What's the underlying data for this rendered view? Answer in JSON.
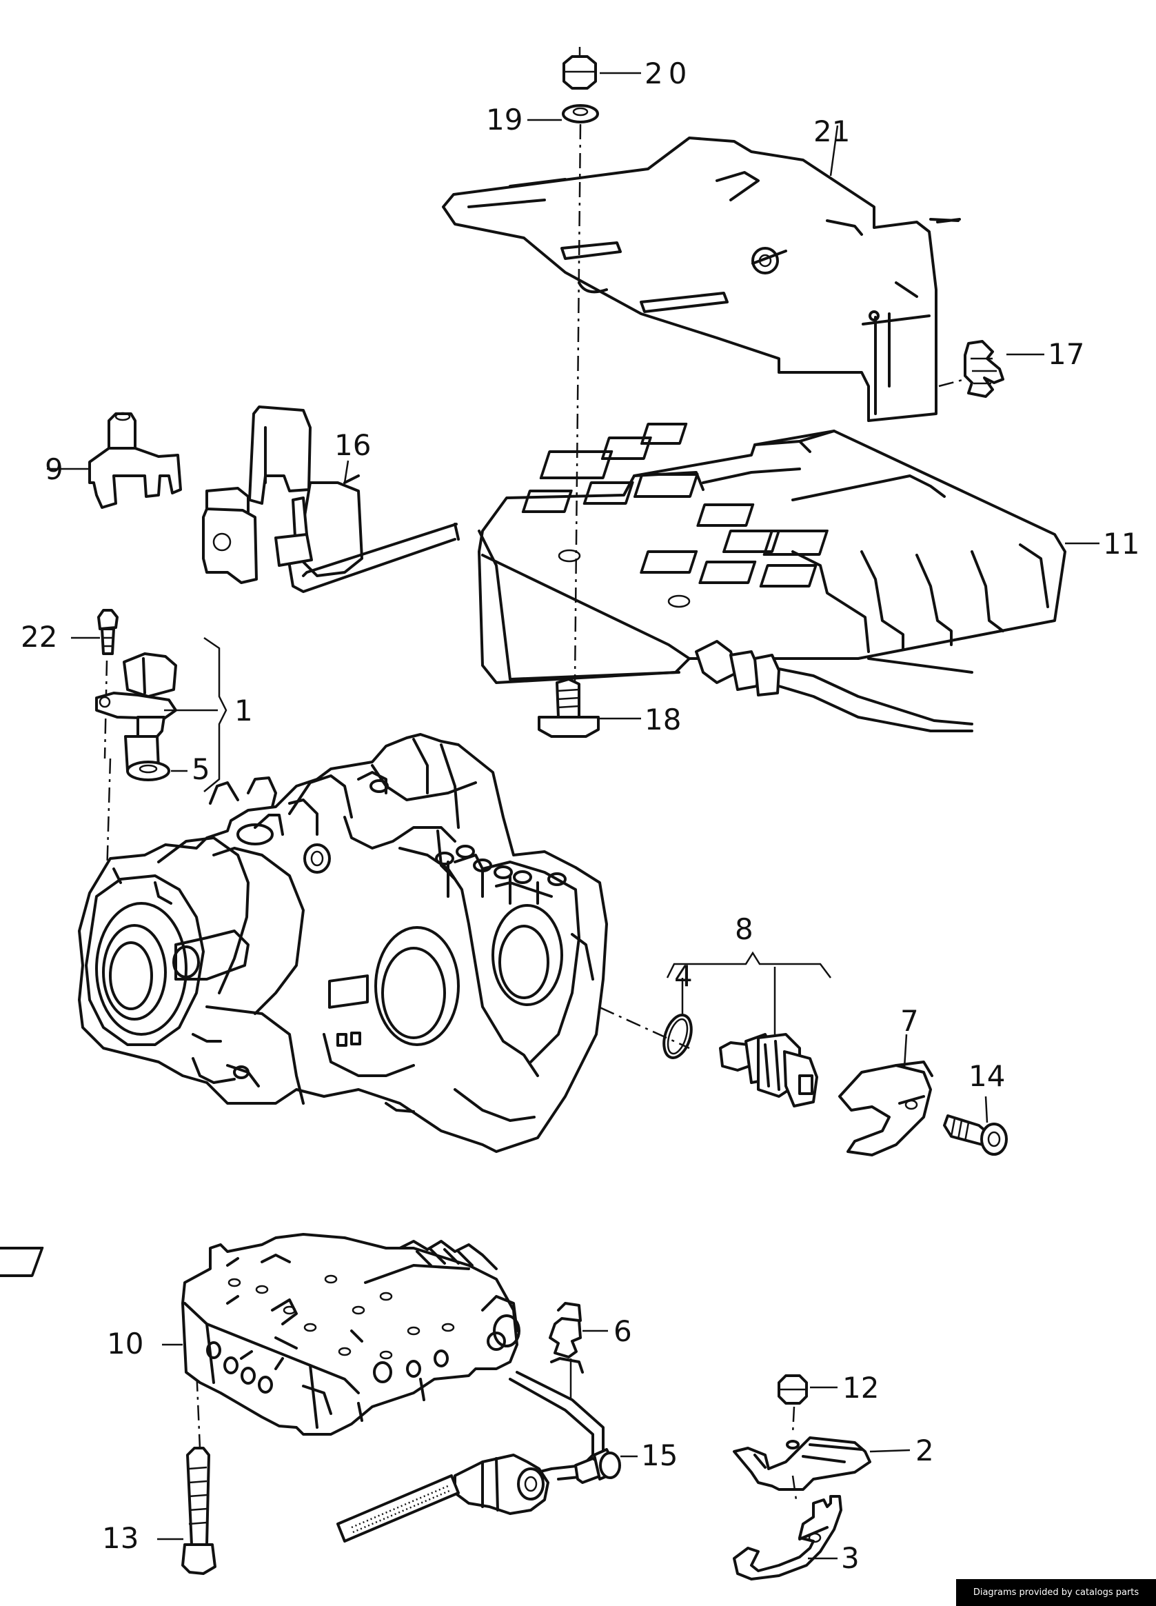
{
  "callouts": {
    "c1": "1",
    "c2": "2",
    "c3": "3",
    "c4": "4",
    "c5": "5",
    "c6": "6",
    "c7": "7",
    "c8": "8",
    "c9": "9",
    "c10": "10",
    "c11": "11",
    "c12": "12",
    "c13": "13",
    "c14": "14",
    "c15": "15",
    "c16": "16",
    "c17": "17",
    "c18": "18",
    "c19": "19",
    "c20": "20",
    "c21": "21",
    "c22": "22"
  },
  "credit": "Diagrams provided by catalogs parts"
}
